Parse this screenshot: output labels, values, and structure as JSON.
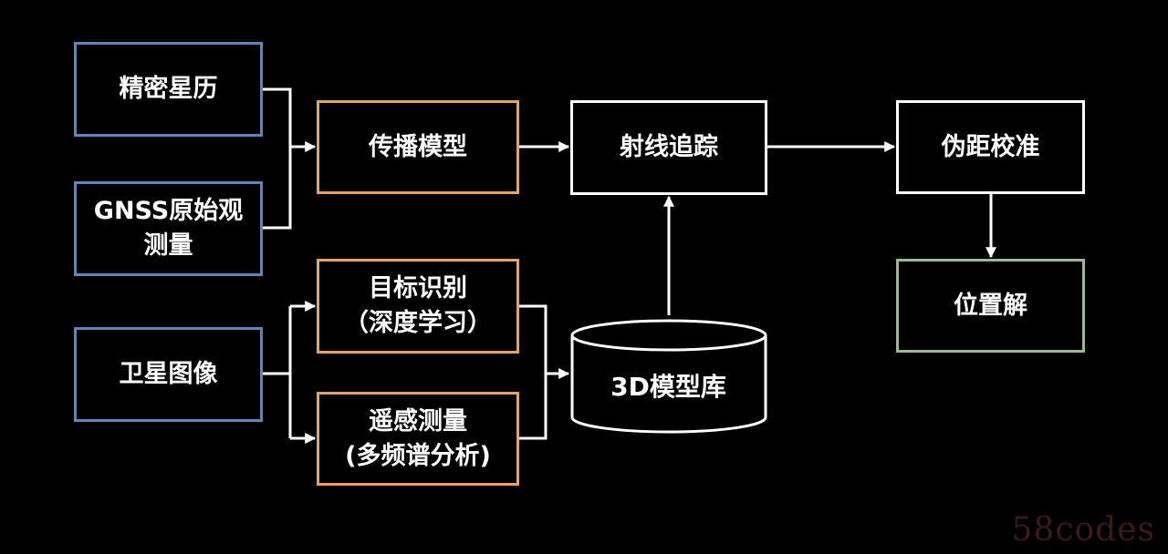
{
  "colors": {
    "background": "#000000",
    "input_border": "#5f86b8",
    "process_border": "#e0a46a",
    "core_border": "#ffffff",
    "output_border": "#9ab894",
    "text": "#ffffff"
  },
  "nodes": {
    "precise_ephemeris": "精密星历",
    "gnss_raw_line1": "GNSS原始观",
    "gnss_raw_line2": "测量",
    "satellite_image": "卫星图像",
    "propagation_model": "传播模型",
    "target_recognition_line1": "目标识别",
    "target_recognition_line2": "（深度学习）",
    "remote_sensing_line1": "遥感测量",
    "remote_sensing_line2": "(多频谱分析)",
    "ray_tracing": "射线追踪",
    "model_library_3d": "3D模型库",
    "pseudorange_calibration": "伪距校准",
    "position_solution": "位置解"
  },
  "watermark": "58codes"
}
